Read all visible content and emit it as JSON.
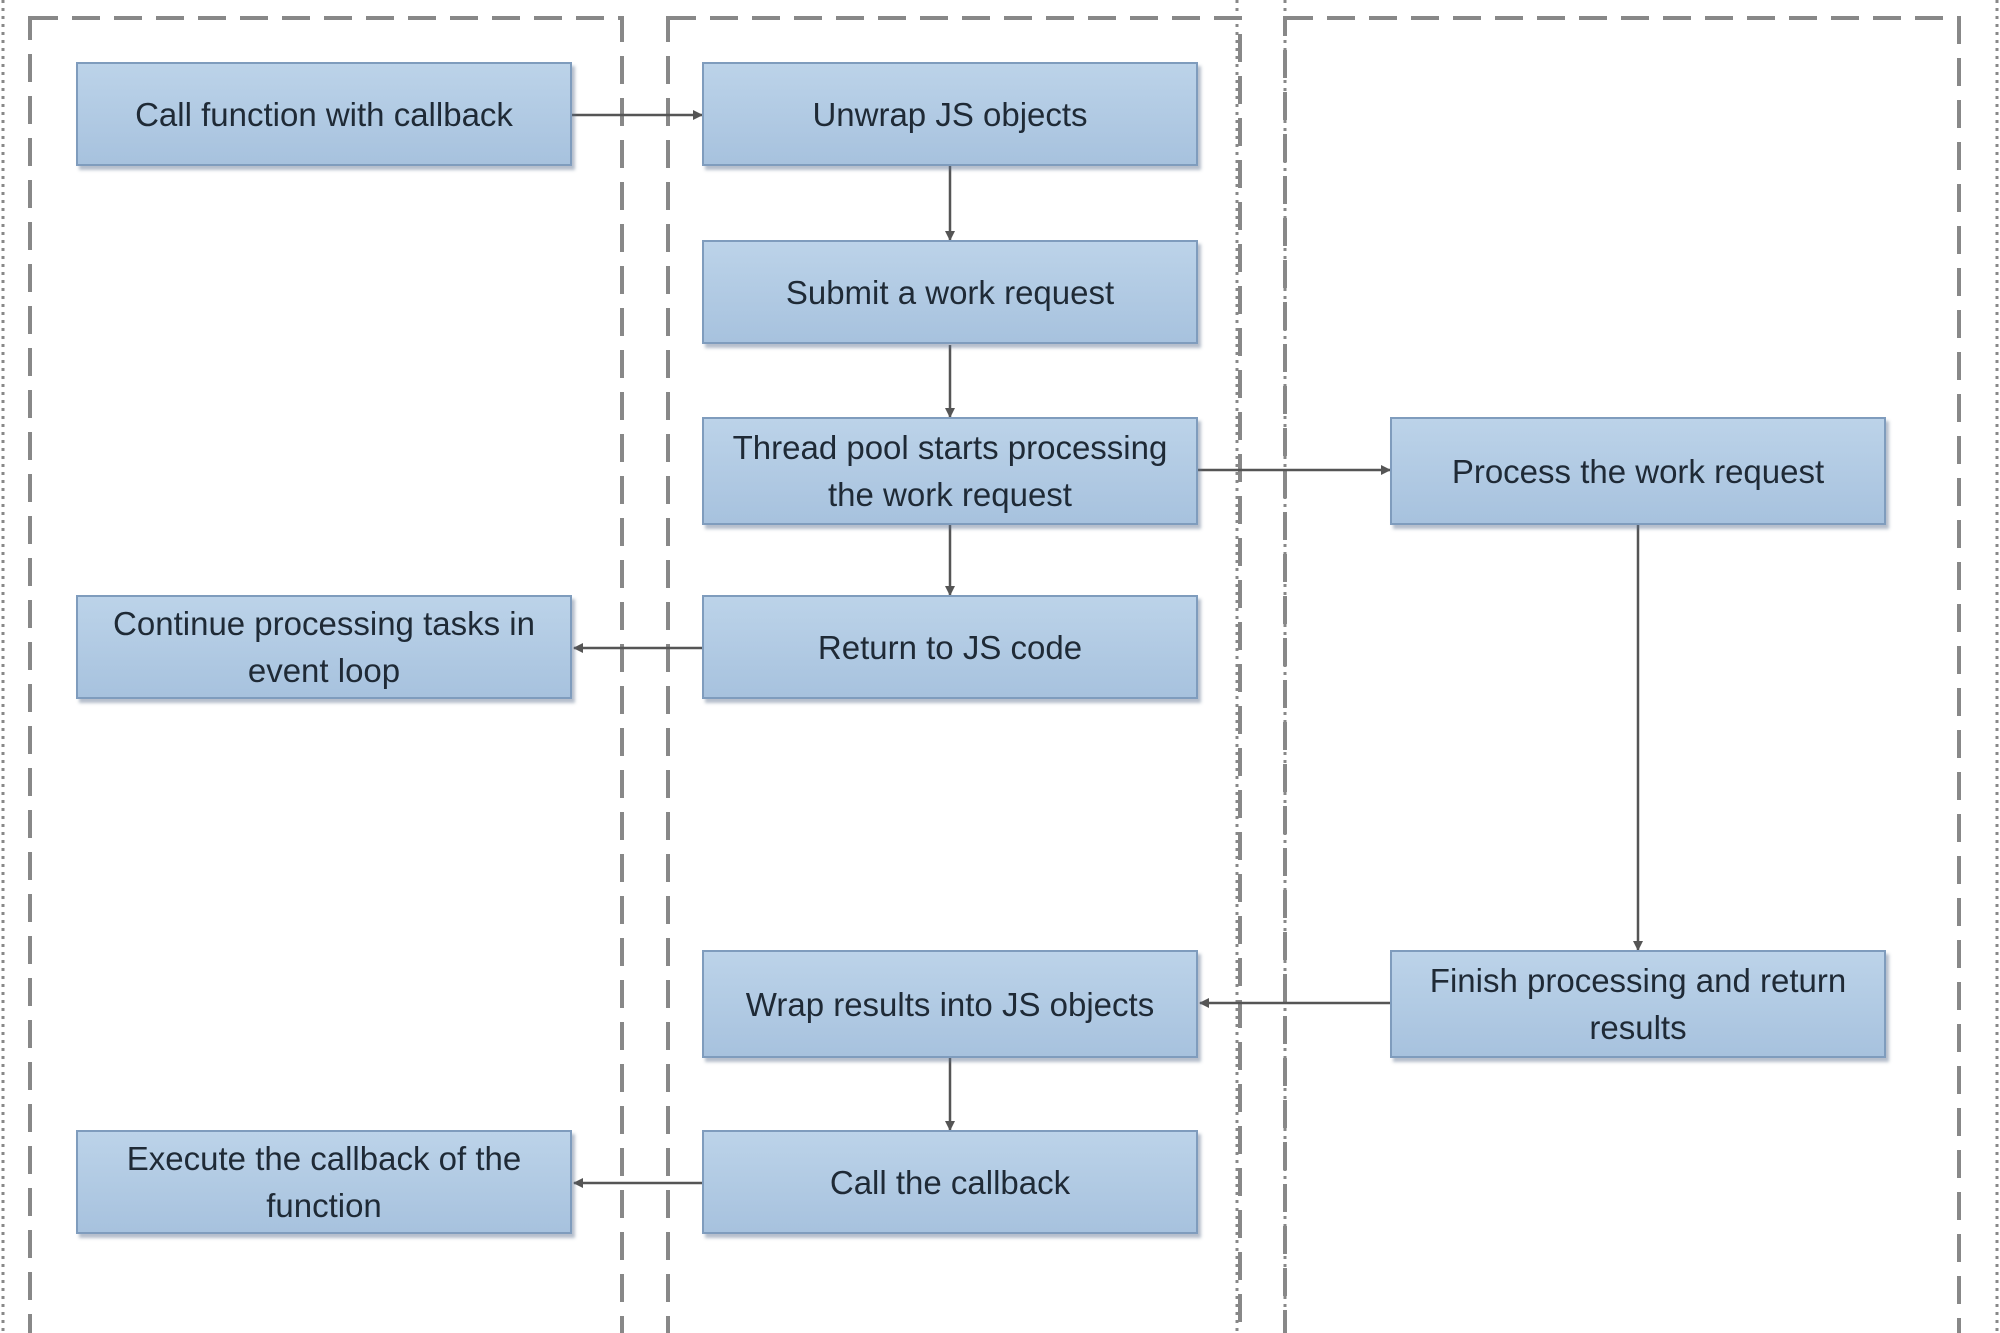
{
  "nodes": {
    "call_function": "Call function with callback",
    "unwrap": "Unwrap JS objects",
    "submit": "Submit a work request",
    "thread_pool": "Thread pool starts processing the work request",
    "process": "Process the work request",
    "continue_loop": "Continue processing tasks in event loop",
    "return_js": "Return to JS code",
    "wrap_results": "Wrap results into JS objects",
    "finish": "Finish processing and return results",
    "execute_callback": "Execute the callback of the function",
    "call_callback": "Call the callback"
  },
  "colors": {
    "node_fill": "#b4cce5",
    "node_border": "#7f9cbd",
    "connector": "#555555",
    "lane_border": "#888888"
  }
}
